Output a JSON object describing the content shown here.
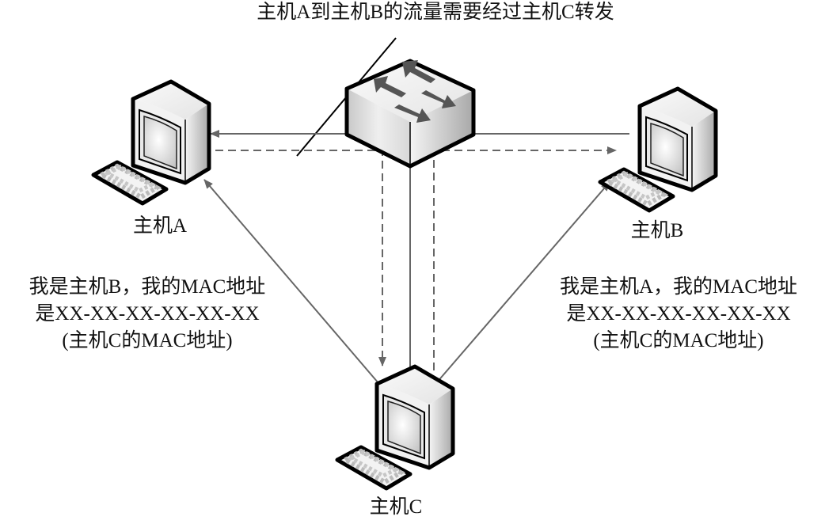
{
  "title": "主机A到主机B的流量需要经过主机C转发",
  "nodes": {
    "switch": {
      "label": "",
      "icon": "network-switch-icon"
    },
    "host_a": {
      "label": "主机A",
      "icon": "desktop-computer-icon"
    },
    "host_b": {
      "label": "主机B",
      "icon": "desktop-computer-icon"
    },
    "host_c": {
      "label": "主机C",
      "icon": "desktop-computer-icon"
    }
  },
  "messages": {
    "to_host_a": {
      "line1": "我是主机B，我的MAC地址",
      "line2": "是XX-XX-XX-XX-XX-XX",
      "line3": "(主机C的MAC地址)"
    },
    "to_host_b": {
      "line1": "我是主机A，我的MAC地址",
      "line2": "是XX-XX-XX-XX-XX-XX",
      "line3": "(主机C的MAC地址)"
    }
  },
  "edges": [
    {
      "from": "switch",
      "to": "host_a",
      "style": "solid",
      "arrow": "host_a"
    },
    {
      "from": "switch",
      "to": "host_b",
      "style": "solid",
      "arrow": "none"
    },
    {
      "from": "host_a",
      "to": "host_c",
      "style": "dashed",
      "arrow": "host_c",
      "via": "switch"
    },
    {
      "from": "host_c",
      "to": "host_b",
      "style": "dashed",
      "arrow": "host_b",
      "via": "switch"
    },
    {
      "from": "switch",
      "to": "host_c",
      "style": "solid",
      "arrow": "none"
    },
    {
      "from": "host_c",
      "to": "host_a",
      "style": "solid",
      "arrow": "host_a"
    },
    {
      "from": "host_c",
      "to": "host_b",
      "style": "solid",
      "arrow": "host_b"
    }
  ],
  "colors": {
    "line": "#666666",
    "outline": "#000000",
    "text": "#111111"
  }
}
